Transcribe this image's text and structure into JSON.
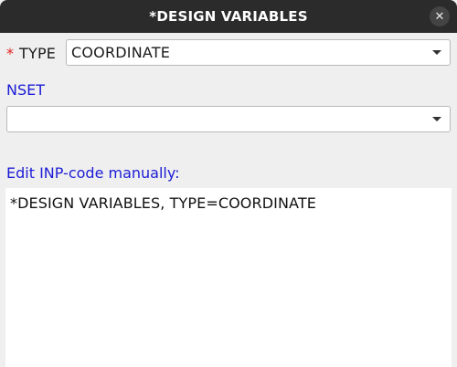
{
  "window": {
    "title": "*DESIGN VARIABLES",
    "close_glyph": "✕"
  },
  "form": {
    "type_required_marker": "*",
    "type_label": "TYPE",
    "type_value": "COORDINATE",
    "nset_label": "NSET",
    "nset_value": "",
    "edit_label": "Edit INP-code manually:",
    "inp_code": "*DESIGN VARIABLES, TYPE=COORDINATE"
  },
  "colors": {
    "titlebar": "#2b2b2b",
    "label_blue": "#1c1cd6",
    "required_red": "#e0201c",
    "background": "#efefef"
  },
  "icons": {
    "close": "close-icon",
    "dropdown": "chevron-down-icon"
  }
}
